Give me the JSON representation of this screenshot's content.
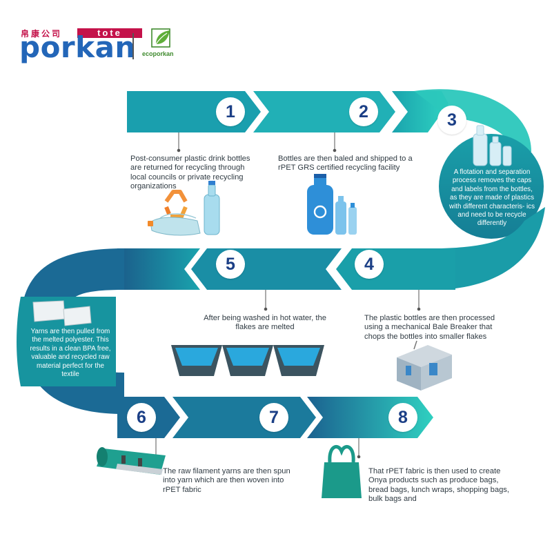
{
  "brand": {
    "chinese_name": "帛康公司",
    "tote_label": "tote",
    "name": "porkan",
    "eco_name": "ecoporkan",
    "primary_color": "#2366b8",
    "accent_color": "#c4124a",
    "eco_color": "#3f8a2e"
  },
  "colors": {
    "ribbon_light": "#2fd0c0",
    "ribbon_mid": "#1a9fa9",
    "ribbon_dark": "#1b5c8a",
    "circle_fill": "#17939d",
    "number_color": "#1b3f86"
  },
  "steps": [
    {
      "number": "1",
      "text": "Post-consumer plastic drink bottles are returned for recycling through local councils or private recycling organizations",
      "icon": "recycle-and-bottles-icon"
    },
    {
      "number": "2",
      "text": "Bottles are then baled and shipped to a rPET GRS certified recycling facility",
      "icon": "bottles-recycle-icon"
    },
    {
      "number": "3",
      "text": "A flotation and separation process removes the caps and labels from the bottles, as they are made of plastics with different characteris- ics and need to be recycle differently",
      "icon": "clear-bottles-icon"
    },
    {
      "number": "4",
      "text": "The plastic bottles are then processed using a mechanical Bale Breaker that chops the bottles into smaller flakes",
      "icon": "bale-breaker-machine-icon"
    },
    {
      "number": "5",
      "text": "After being washed in hot water, the flakes are melted",
      "icon": "melting-tanks-icon"
    },
    {
      "number": "6",
      "text": "Yarns are then pulled from the melted polyester. This results in a clean BPA free, valuable and recycled raw material perfect for the textile",
      "icon": "yarn-bundles-icon"
    },
    {
      "number": "7",
      "text": "The raw filament yarns are then spun into yarn which are then woven into rPET fabric",
      "icon": "fabric-roll-icon"
    },
    {
      "number": "8",
      "text": "That rPET fabric is then used to create Onya products such as produce bags, bread bags, lunch wraps, shopping bags, bulk bags and",
      "icon": "tote-bag-icon"
    }
  ]
}
